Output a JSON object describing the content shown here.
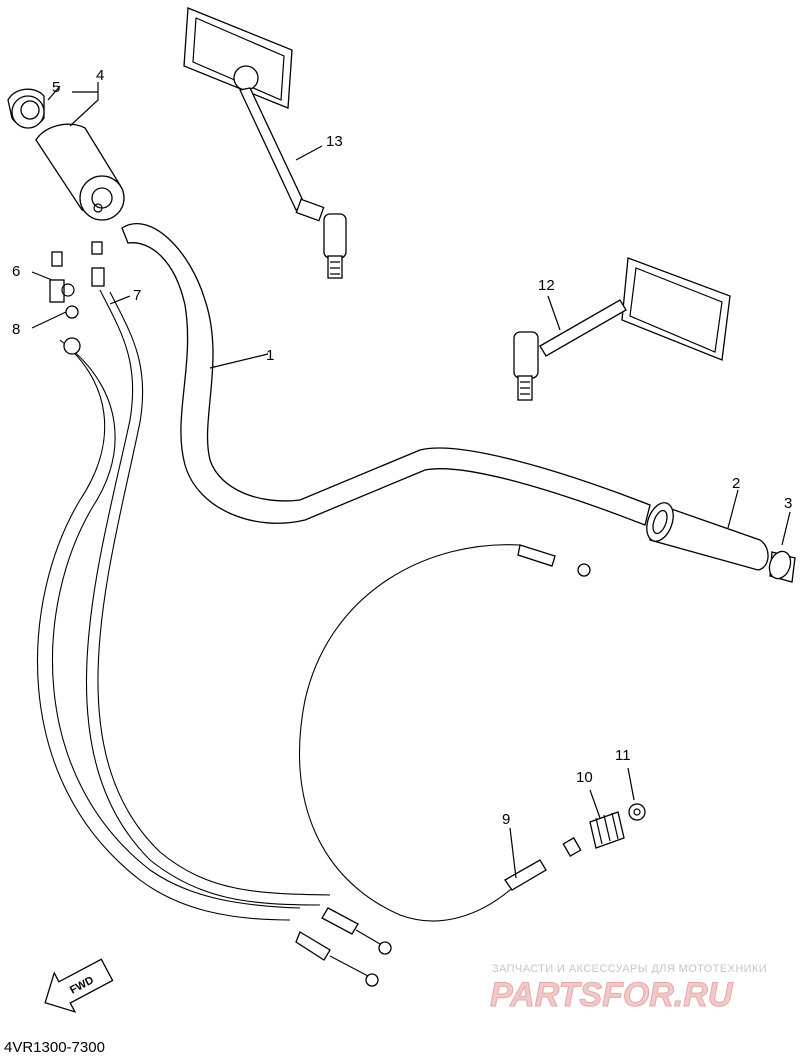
{
  "diagram": {
    "part_code": "4VR1300-7300",
    "callouts": [
      {
        "id": "1",
        "label": "1"
      },
      {
        "id": "2",
        "label": "2"
      },
      {
        "id": "3",
        "label": "3"
      },
      {
        "id": "4",
        "label": "4"
      },
      {
        "id": "5",
        "label": "5"
      },
      {
        "id": "6",
        "label": "6"
      },
      {
        "id": "7",
        "label": "7"
      },
      {
        "id": "8",
        "label": "8"
      },
      {
        "id": "9",
        "label": "9"
      },
      {
        "id": "10",
        "label": "10"
      },
      {
        "id": "11",
        "label": "11"
      },
      {
        "id": "12",
        "label": "12"
      },
      {
        "id": "13",
        "label": "13"
      }
    ],
    "direction_badge": "FWD"
  },
  "watermark": {
    "tagline": "ЗАПЧАСТИ И АКСЕССУАРЫ ДЛЯ МОТОТЕХНИКИ",
    "logo": "PARTSFOR.RU"
  },
  "colors": {
    "line": "#000000",
    "background": "#ffffff",
    "watermark_red": "#f2c9c9"
  }
}
